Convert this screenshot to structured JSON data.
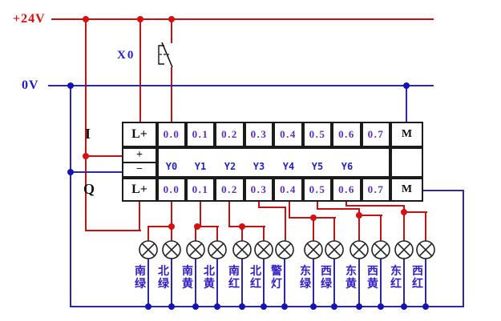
{
  "rails": {
    "top_label": "+24V",
    "bottom_label": "0V"
  },
  "switch": {
    "label": "X0"
  },
  "plc": {
    "row_input_label": "I",
    "row_output_label": "Q",
    "lplus": "L+",
    "plus": "+",
    "minus": "−",
    "m": "M",
    "input_terminals": [
      "0.0",
      "0.1",
      "0.2",
      "0.3",
      "0.4",
      "0.5",
      "0.6",
      "0.7"
    ],
    "output_terminals": [
      "0.0",
      "0.1",
      "0.2",
      "0.3",
      "0.4",
      "0.5",
      "0.6",
      "0.7"
    ],
    "y_labels": [
      "Y0",
      "Y1",
      "Y2",
      "Y3",
      "Y4",
      "Y5",
      "Y6"
    ]
  },
  "lamps": [
    {
      "c1": "南",
      "c2": "绿"
    },
    {
      "c1": "北",
      "c2": "绿"
    },
    {
      "c1": "南",
      "c2": "黄"
    },
    {
      "c1": "北",
      "c2": "黄"
    },
    {
      "c1": "南",
      "c2": "红"
    },
    {
      "c1": "北",
      "c2": "红"
    },
    {
      "c1": "警",
      "c2": "灯"
    },
    {
      "c1": "东",
      "c2": "绿"
    },
    {
      "c1": "西",
      "c2": "绿"
    },
    {
      "c1": "东",
      "c2": "黄"
    },
    {
      "c1": "西",
      "c2": "黄"
    },
    {
      "c1": "东",
      "c2": "红"
    },
    {
      "c1": "西",
      "c2": "红"
    }
  ],
  "colors": {
    "live_wire": "#c41111",
    "neutral_wire": "#2b28a8",
    "terminal_text": "#5a2fbe",
    "label_blue": "#2222cc",
    "lamp_label": "#3320c5",
    "frame": "#1b1b1b"
  }
}
